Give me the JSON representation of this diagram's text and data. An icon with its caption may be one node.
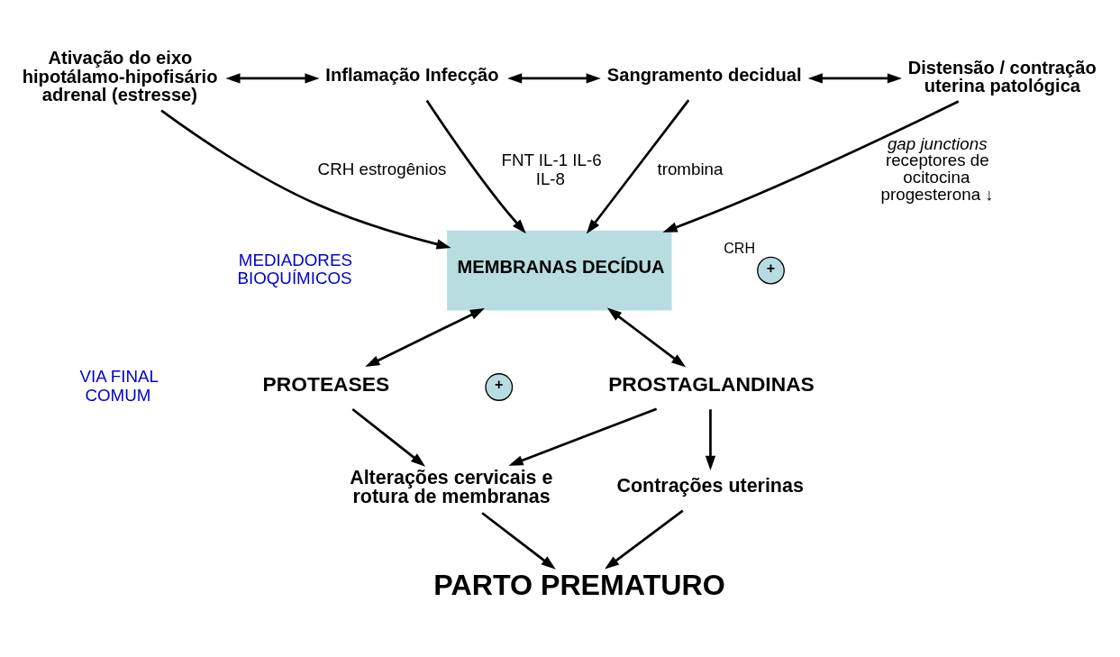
{
  "diagram": {
    "nodes": [
      {
        "text": [
          "Ativação do eixo hipotálamo-hipofisário adrenal (estresse)"
        ]
      },
      {
        "text": [
          "Inflamação Infecção"
        ]
      },
      {
        "text": [
          "Sangramento decidual"
        ]
      },
      {
        "text": [
          "Distensão / contração uterina patológica"
        ]
      },
      {
        "text": [
          "MEMBRANAS DECÍDUA"
        ]
      },
      {
        "text": [
          "PROTEASES"
        ]
      },
      {
        "text": [
          "PROSTAGLANDINAS"
        ]
      },
      {
        "text": [
          "Alterações cervicais e rotura de membranas"
        ]
      },
      {
        "text": [
          "Contrações uterinas"
        ]
      },
      {
        "text": [
          "PARTO PREMATURO"
        ]
      },
      {
        "text": [
          "+"
        ],
        "beside": [
          "CRH"
        ]
      },
      {
        "text": [
          "+"
        ]
      }
    ],
    "edges": [
      {
        "from": 0,
        "to": 1,
        "arrow": "both"
      },
      {
        "from": 1,
        "to": 2,
        "arrow": "both"
      },
      {
        "from": 2,
        "to": 3,
        "arrow": "both"
      },
      {
        "from": 0,
        "to": 4,
        "arrow": "to",
        "label": "CRH estrogênios"
      },
      {
        "from": 1,
        "to": 4,
        "arrow": "to",
        "label": "FNT IL-1 IL-6 IL-8"
      },
      {
        "from": 2,
        "to": 4,
        "arrow": "to",
        "label": "trombina"
      },
      {
        "from": 3,
        "to": 4,
        "arrow": "to",
        "label": "*gap junctions* receptores de ocitocina progesterona ↓"
      },
      {
        "from": 4,
        "to": 5,
        "arrow": "both"
      },
      {
        "from": 4,
        "to": 6,
        "arrow": "both"
      },
      {
        "from": 5,
        "to": 7,
        "arrow": "to"
      },
      {
        "from": 6,
        "to": 8,
        "arrow": "to"
      },
      {
        "from": 6,
        "to": 7,
        "arrow": "to"
      },
      {
        "from": 7,
        "to": 9,
        "arrow": "to"
      },
      {
        "from": 8,
        "to": 9,
        "arrow": "to"
      }
    ],
    "labels": [
      "MEDIADORES BIOQUÍMICOS",
      "VIA FINAL COMUM"
    ]
  }
}
